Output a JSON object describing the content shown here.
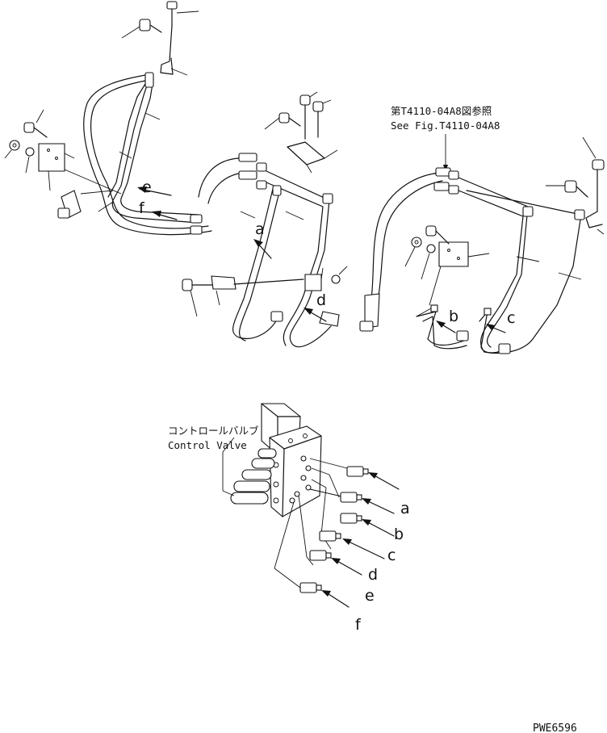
{
  "reference": {
    "line_jp": "第T4110-04A8図参照",
    "line_en": "See Fig.T4110-04A8"
  },
  "control_valve": {
    "label_jp": "コントロールバルブ",
    "label_en": "Control Valve"
  },
  "port_labels": {
    "a": "a",
    "b": "b",
    "c": "c",
    "d": "d",
    "e": "e",
    "f": "f"
  },
  "drawing_number": "PWE6596"
}
